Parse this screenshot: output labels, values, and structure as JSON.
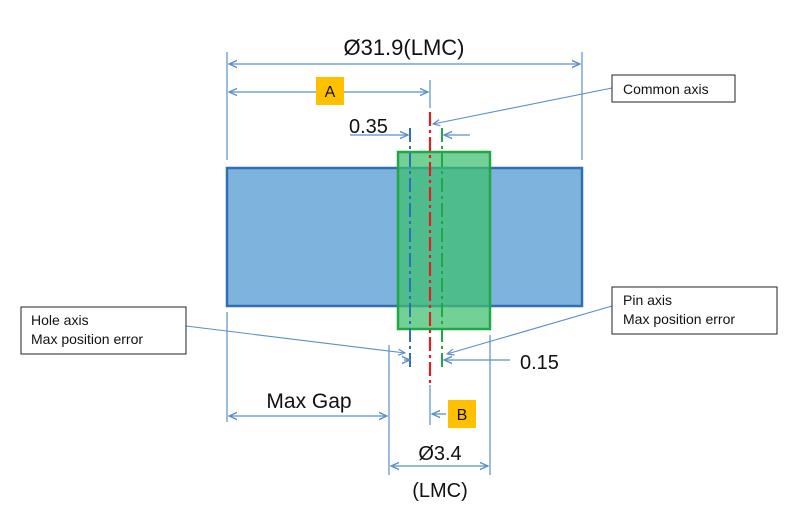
{
  "dimensions": {
    "outer_diameter": "Ø31.9(LMC)",
    "offset_035": "0.35",
    "offset_015": "0.15",
    "max_gap": "Max Gap",
    "pin_diameter": "Ø3.4",
    "pin_lmc": "(LMC)"
  },
  "markers": {
    "a": "A",
    "b": "B"
  },
  "callouts": {
    "common_axis": "Common axis",
    "hole_axis_line1": "Hole axis",
    "hole_axis_line2": "Max position error",
    "pin_axis_line1": "Pin axis",
    "pin_axis_line2": "Max position error"
  },
  "colors": {
    "plate_fill": "#7eb3dd",
    "plate_stroke": "#2e6fb5",
    "pin_fill": "#3dbf6e",
    "pin_stroke": "#1fa845",
    "dimension_line": "#5b8fc9",
    "common_axis": "#e02020",
    "hole_axis": "#2e6fb5",
    "pin_axis": "#1fa845",
    "marker_fill": "#ffc000"
  }
}
